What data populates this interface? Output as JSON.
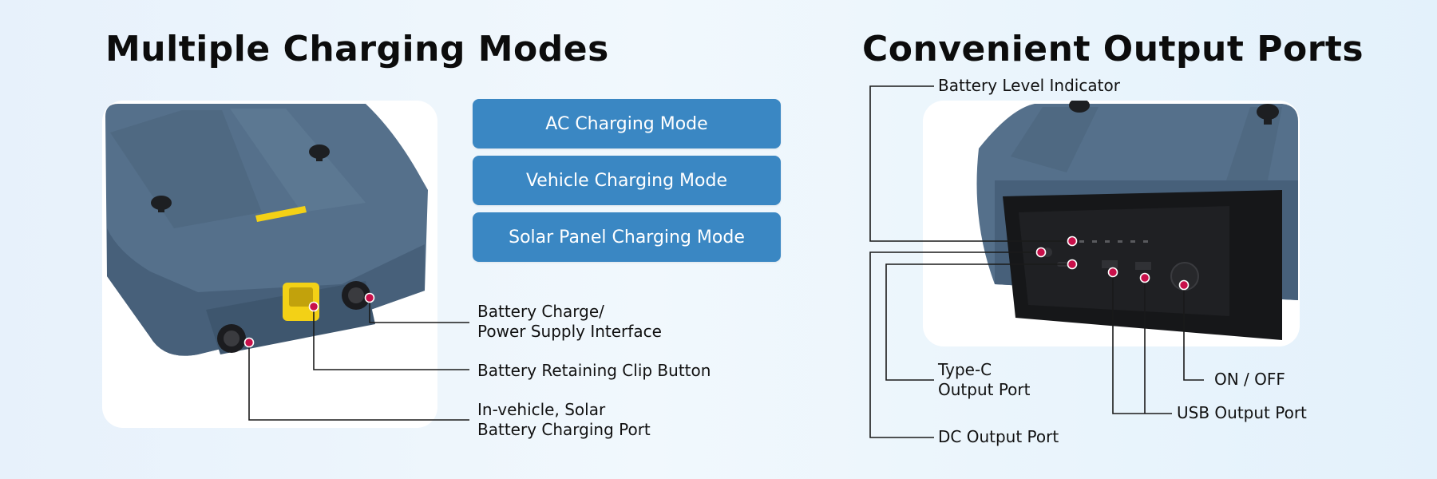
{
  "left_section": {
    "title": "Multiple Charging Modes",
    "modes": [
      "AC Charging Mode",
      "Vehicle Charging Mode",
      "Solar Panel Charging Mode"
    ],
    "callouts": {
      "power_interface": [
        "Battery Charge/",
        "Power Supply Interface"
      ],
      "clip_button": "Battery Retaining Clip Button",
      "charging_port": [
        "In-vehicle, Solar",
        "Battery Charging Port"
      ]
    }
  },
  "right_section": {
    "title": "Convenient Output Ports",
    "callouts": {
      "battery_level": "Battery Level Indicator",
      "type_c": [
        "Type-C",
        "Output Port"
      ],
      "on_off": "ON / OFF",
      "usb": "USB Output Port",
      "dc": "DC Output Port"
    }
  },
  "colors": {
    "device_body": "#55708b",
    "device_dark": "#3e566e",
    "panel": "#161719",
    "button_blue": "#3a87c3",
    "accent_yellow": "#f3d116",
    "marker": "#c8104a"
  }
}
